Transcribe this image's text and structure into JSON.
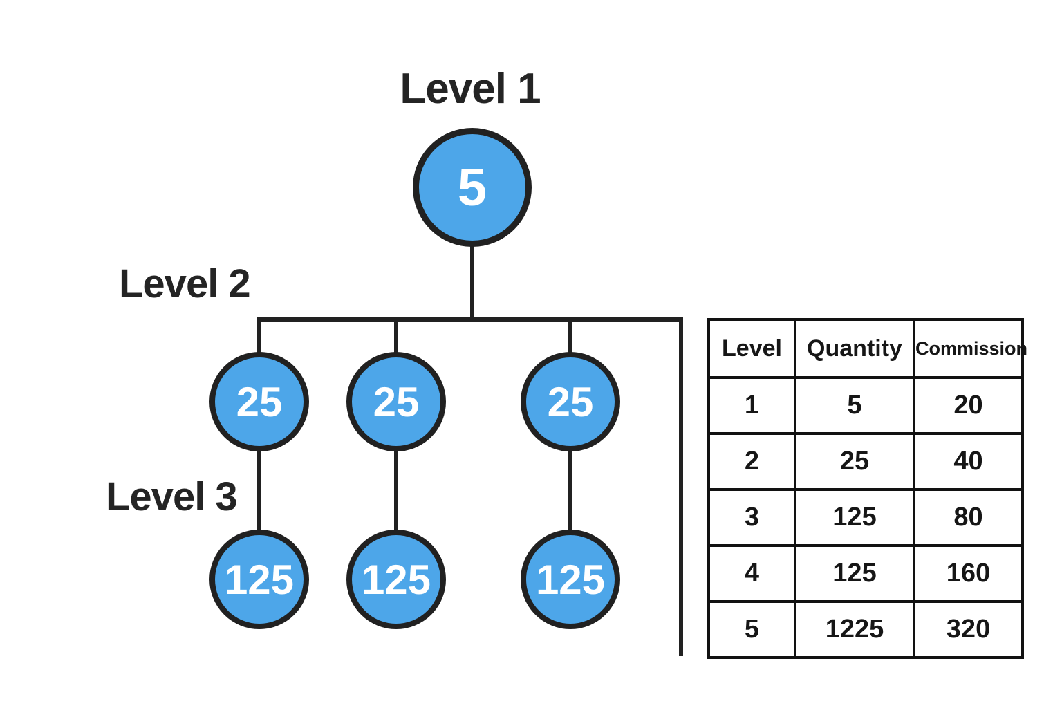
{
  "colors": {
    "node_fill": "#4da6e9",
    "node_stroke": "#212121",
    "line": "#212121",
    "label_text": "#242424",
    "node_text": "#ffffff",
    "table_border": "#121212",
    "background": "#ffffff"
  },
  "tree": {
    "levels": [
      {
        "label": "Level 1",
        "nodes": [
          {
            "value": "5"
          }
        ]
      },
      {
        "label": "Level 2",
        "nodes": [
          {
            "value": "25"
          },
          {
            "value": "25"
          },
          {
            "value": "25"
          }
        ]
      },
      {
        "label": "Level 3",
        "nodes": [
          {
            "value": "125"
          },
          {
            "value": "125"
          },
          {
            "value": "125"
          }
        ]
      }
    ]
  },
  "table": {
    "headers": [
      "Level",
      "Quantity",
      "Commission"
    ],
    "rows": [
      [
        "1",
        "5",
        "20"
      ],
      [
        "2",
        "25",
        "40"
      ],
      [
        "3",
        "125",
        "80"
      ],
      [
        "4",
        "125",
        "160"
      ],
      [
        "5",
        "1225",
        "320"
      ]
    ]
  }
}
